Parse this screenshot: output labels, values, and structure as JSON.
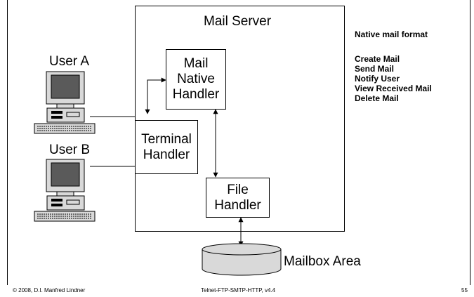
{
  "server": {
    "title": "Mail Server"
  },
  "handlers": {
    "mail_native": [
      "Mail",
      "Native",
      "Handler"
    ],
    "terminal": [
      "Terminal",
      "Handler"
    ],
    "file": [
      "File",
      "Handler"
    ]
  },
  "users": {
    "a": "User A",
    "b": "User B"
  },
  "mailbox": "Mailbox Area",
  "notes": {
    "heading": "Native mail format",
    "actions": [
      "Create Mail",
      "Send Mail",
      "Notify User",
      "View Received Mail",
      "Delete Mail"
    ]
  },
  "footer": {
    "copyright": "© 2008, D.I. Manfred Lindner",
    "course": "Telnet-FTP-SMTP-HTTP, v4.4",
    "page": "55"
  },
  "colors": {
    "screen": "#5a5a5a",
    "computer_body": "#d9d9d9",
    "mailbox_fill": "#d9d9d9"
  },
  "icons": [
    "computer-icon",
    "database-cylinder-icon"
  ]
}
